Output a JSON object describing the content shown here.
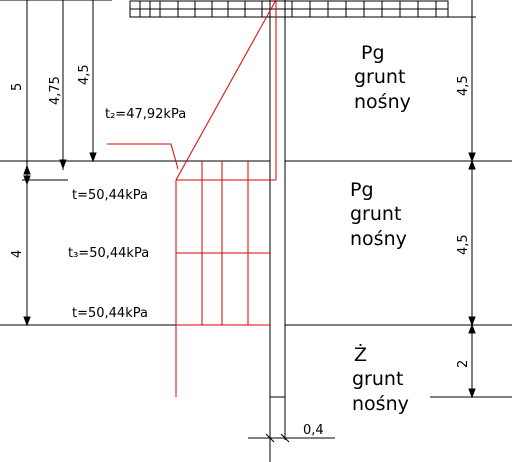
{
  "colors": {
    "structure": "#000000",
    "pressure": "#e00000",
    "background": "#ffffff"
  },
  "left_dimensions": {
    "d_total_top": "5",
    "d_475": "4,75",
    "d_45": "4,5",
    "d_lower": "4"
  },
  "right_dimensions": {
    "layer1": "4,5",
    "layer2": "4,5",
    "layer3": "2"
  },
  "wall_thickness": "0,4",
  "pressure_labels": {
    "t2": "t₂=47,92kPa",
    "t_top": "t=50,44kPa",
    "t3": "t₃=50,44kPa",
    "t_bottom": "t=50,44kPa"
  },
  "soil_layers": [
    {
      "symbol": "Pg",
      "line1": "grunt",
      "line2": "nośny"
    },
    {
      "symbol": "Pg",
      "line1": "grunt",
      "line2": "nośny"
    },
    {
      "symbol": "Ż",
      "line1": "grunt",
      "line2": "nośny"
    }
  ]
}
